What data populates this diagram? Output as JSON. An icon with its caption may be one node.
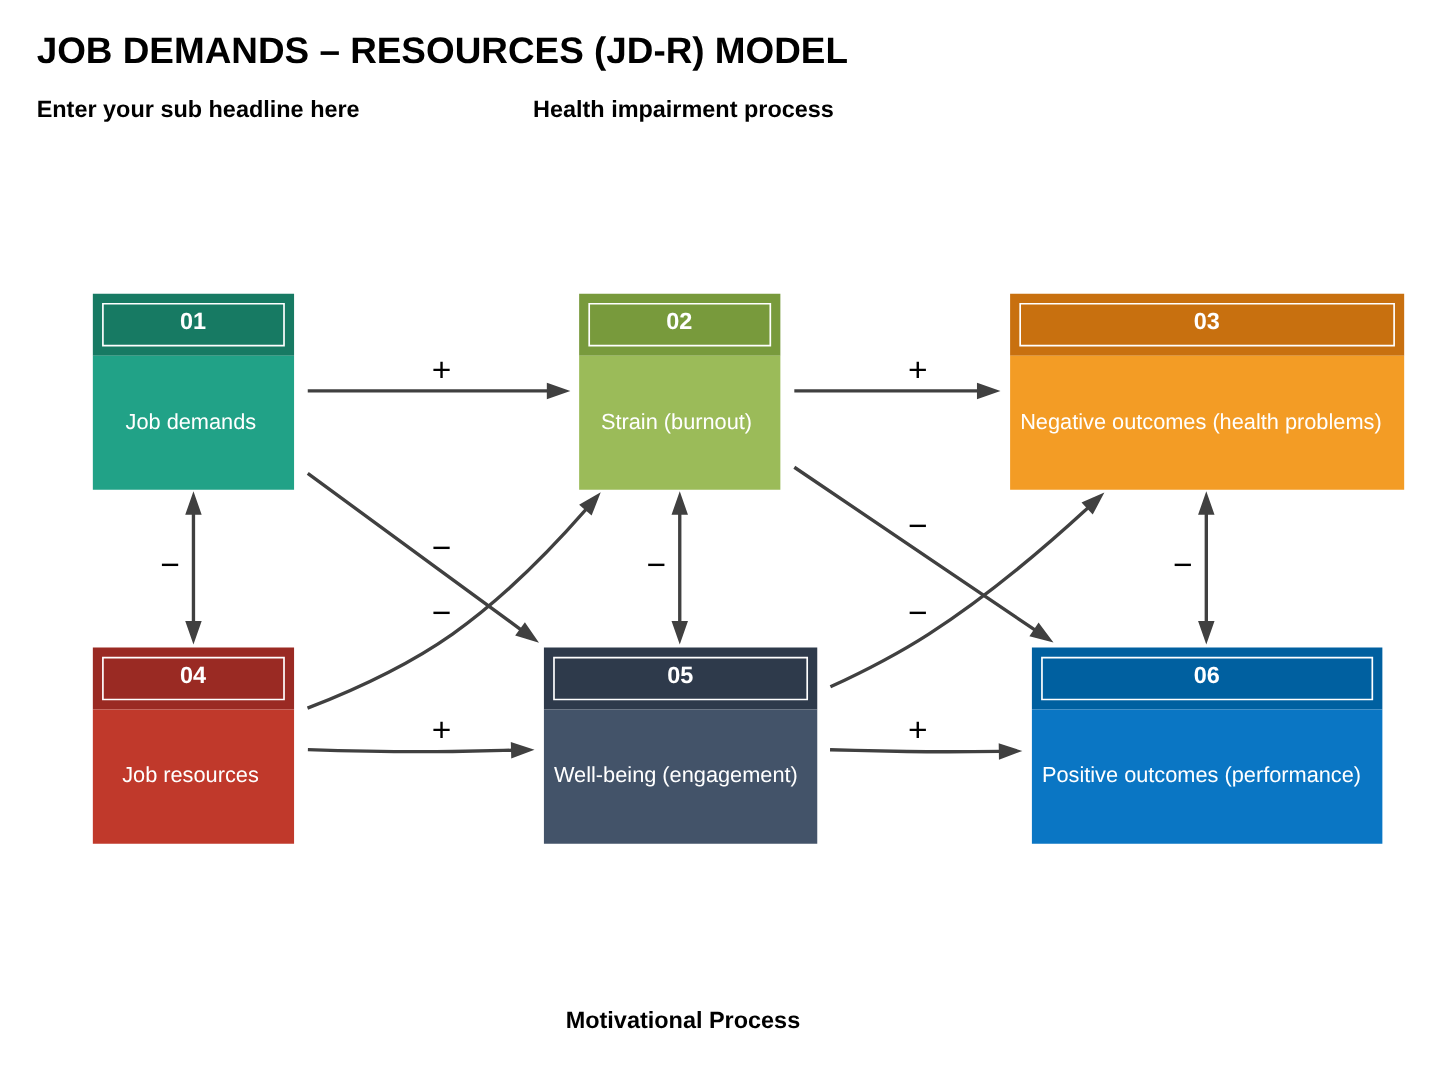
{
  "diagram": {
    "title": "JOB DEMANDS – RESOURCES (JD-R) MODEL",
    "nodes": [
      {
        "text": [
          "01",
          "Job demands"
        ]
      },
      {
        "text": [
          "02",
          "Strain (burnout)"
        ]
      },
      {
        "text": [
          "03",
          "Negative outcomes (health problems)"
        ]
      },
      {
        "text": [
          "04",
          "Job resources"
        ]
      },
      {
        "text": [
          "05",
          "Well-being (engagement)"
        ]
      },
      {
        "text": [
          "06",
          "Positive outcomes (performance)"
        ]
      }
    ],
    "edges": [
      {
        "from": 0,
        "to": 1,
        "arrow": "to",
        "label": "+"
      },
      {
        "from": 3,
        "to": 1,
        "arrow": "to",
        "label": "−"
      },
      {
        "from": 0,
        "to": 4,
        "arrow": "to",
        "label": "−"
      },
      {
        "from": 3,
        "to": 4,
        "arrow": "to",
        "label": "+"
      },
      {
        "from": 1,
        "to": 2,
        "arrow": "to",
        "label": "+"
      },
      {
        "from": 4,
        "to": 2,
        "arrow": "to",
        "label": "−"
      },
      {
        "from": 1,
        "to": 5,
        "arrow": "to",
        "label": "−"
      },
      {
        "from": 4,
        "to": 5,
        "arrow": "to",
        "label": "+"
      },
      {
        "from": 0,
        "to": 3,
        "arrow": "both",
        "label": "−"
      },
      {
        "from": 1,
        "to": 4,
        "arrow": "both",
        "label": "−"
      },
      {
        "from": 2,
        "to": 5,
        "arrow": "both",
        "label": "−"
      }
    ],
    "labels": [
      "Enter your sub headline here",
      "Health impairment process",
      "Motivational Process"
    ]
  }
}
